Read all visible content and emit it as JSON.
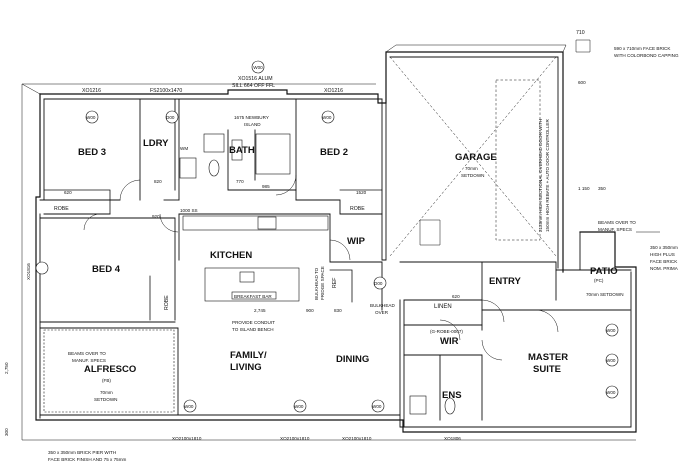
{
  "rooms": {
    "bed3": "BED 3",
    "ldry": "LDRY",
    "bath": "BATH",
    "bed2": "BED 2",
    "garage": "GARAGE",
    "bed4": "BED 4",
    "kitchen": "KITCHEN",
    "wip": "WIP",
    "entry": "ENTRY",
    "patio": "PATIO",
    "alfresco": "ALFRESCO",
    "family": "FAMILY/",
    "living": "LIVING",
    "dining": "DINING",
    "wir": "WIR",
    "ens": "ENS",
    "master": "MASTER",
    "suite": "SUITE",
    "linen": "LINEN",
    "robe_bed3": "ROBE",
    "robe_bed2": "ROBE",
    "robe_bed4": "ROBE"
  },
  "annotations": {
    "sill_top": "XO1516 ALUM",
    "sill_bottom": "SILL 664 OFF FFL",
    "window_fs": "FS2100x1470",
    "window_xo_left": "XO1216",
    "window_xo_right": "XO1216",
    "newbury_1": "1675 NEWBURY",
    "newbury_2": "ISLAND",
    "garage_sub1": "70mm",
    "garage_sub2": "SETDOWN",
    "garage_door_1": "2125mm HIGH SECTIONAL OVERHEAD DOOR WITH",
    "garage_door_2": "150mm HIGH REBATE + AUTO DOOR CONTROLLER",
    "face_brick_1": "590 x 710mm FACE BRICK",
    "face_brick_2": "WITH COLORBOND CAPPING",
    "dim_710": "710",
    "dim_600": "600",
    "dim_1150": "1 150",
    "dim_350": "350",
    "beams_1": "BEAMS OVER TO",
    "beams_2": "MANUF. SPECS",
    "pier_1": "350 x 350mm",
    "pier_2": "HIGH PLUS",
    "pier_3": "FACE BRICK",
    "pier_4": "NOM. PRIMA",
    "patio_sub": "(PC)",
    "patio_setdown": "70mm SETDOWN",
    "bulkhead_fridge_1": "BULKHEAD TO",
    "bulkhead_fridge_2": "FRIDGE SPACE",
    "bulkhead_over_1": "BULKHEAD",
    "bulkhead_over_2": "OVER",
    "breakfast_bar": "BREAKFAST BAR",
    "conduit_1": "PROVIDE CONDUIT",
    "conduit_2": "TO ISLAND BENCH",
    "dim_2745": "2,745",
    "dim_900a": "900",
    "dim_830": "830",
    "dim_1000ss": "1000 SS",
    "alfresco_beams_1": "BEAMS OVER TO",
    "alfresco_beams_2": "MANUF. SPECS",
    "alfresco_sub": "(FB)",
    "alfresco_sub2": "70mm",
    "alfresco_sub3": "SETDOWN",
    "brick_pier_1": "350 x 350mm BRICK PIER WITH",
    "brick_pier_2": "FACE BRICK FINISH AND 75 x 75mm",
    "g_robe": "(G-ROBE-0007)",
    "ref": "REF",
    "wm": "WM",
    "w00": "W00",
    "d00": "D00",
    "xo_bottom_1": "XO2100x1810",
    "xo_bottom_2": "XO2100x1810",
    "xo_bottom_3": "XO2100x1810",
    "xo_bottom_4": "XO1806",
    "xo_left": "XO1816",
    "dim_2750": "2,750",
    "dim_300": "300",
    "dim_820": "820",
    "dim_770": "770",
    "dim_985": "985",
    "dim_620": "620",
    "dim_1520": "1520",
    "dim_920": "920",
    "linen_dim": "620"
  },
  "colors": {
    "wall": "#111111",
    "background": "#ffffff"
  }
}
